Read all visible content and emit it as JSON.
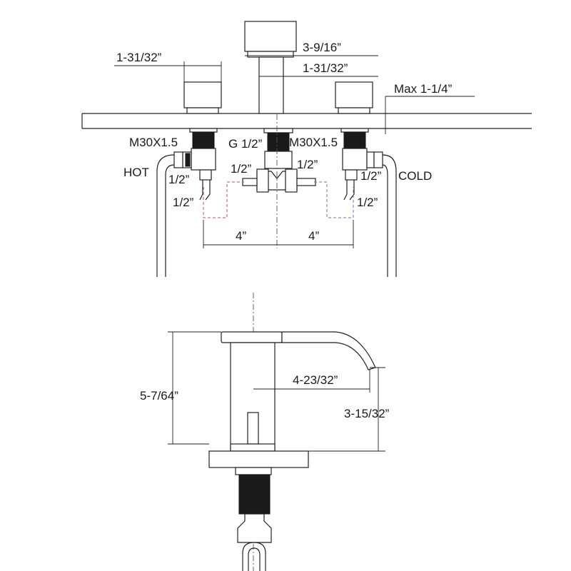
{
  "top_view": {
    "handle_width": "1-31/32”",
    "spout_cap_width": "3-9/16”",
    "spout_body_width": "1-31/32”",
    "max_deck": "Max 1-1/4”",
    "thread_left": "M30X1.5",
    "thread_center": "G 1/2”",
    "thread_right": "M30X1.5",
    "hot_label": "HOT",
    "cold_label": "COLD",
    "hot_inlet": "1/2”",
    "hot_outlet": "1/2”",
    "tee_left": "1/2”",
    "tee_right": "1/2”",
    "cold_inlet": "1/2”",
    "cold_outlet": "1/2”",
    "spacing_left": "4”",
    "spacing_right": "4”",
    "colors": {
      "hot_line": "#c0506a",
      "cold_line": "#7070b0"
    }
  },
  "side_view": {
    "height": "5-7/64”",
    "reach": "4-23/32”",
    "spout_height": "3-15/32”"
  }
}
